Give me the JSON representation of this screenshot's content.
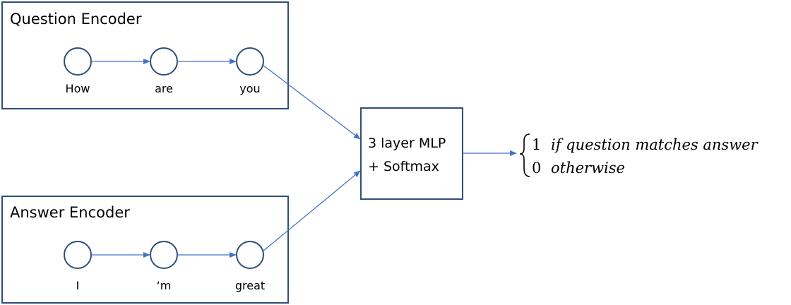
{
  "question_encoder": {
    "title": "Question Encoder",
    "tokens": [
      "How",
      "are",
      "you"
    ]
  },
  "answer_encoder": {
    "title": "Answer Encoder",
    "tokens": [
      "I",
      "‘m",
      "great"
    ]
  },
  "mlp": {
    "line1": "3 layer MLP",
    "line2": "+ Softmax"
  },
  "output": {
    "case1_value": "1",
    "case1_condition": "if question matches answer",
    "case2_value": "0",
    "case2_condition": "otherwise"
  },
  "colors": {
    "box_stroke": "#2F4E7A",
    "arrow": "#4472C4",
    "node_stroke": "#2F4E7A"
  }
}
